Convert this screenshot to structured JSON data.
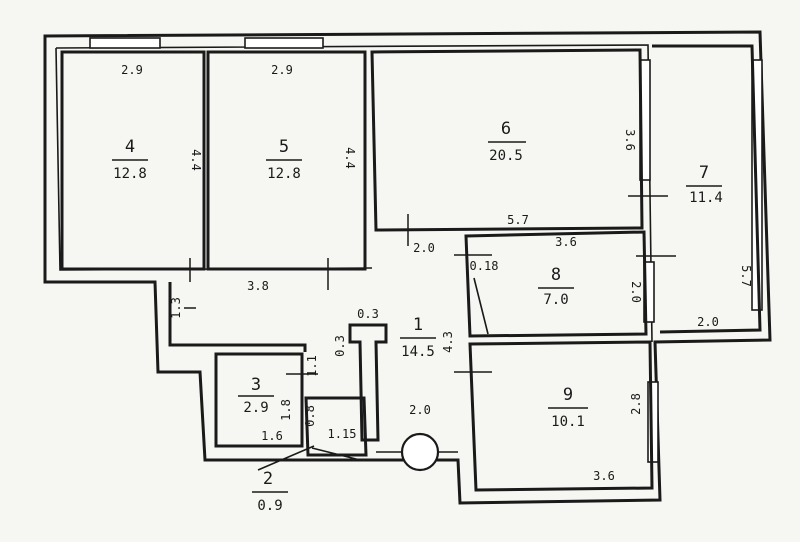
{
  "rooms": [
    {
      "id": "4",
      "number": "4",
      "area": "12.8"
    },
    {
      "id": "5",
      "number": "5",
      "area": "12.8"
    },
    {
      "id": "6",
      "number": "6",
      "area": "20.5"
    },
    {
      "id": "7",
      "number": "7",
      "area": "11.4"
    },
    {
      "id": "8",
      "number": "8",
      "area": "7.0"
    },
    {
      "id": "1",
      "number": "1",
      "area": "14.5"
    },
    {
      "id": "3",
      "number": "3",
      "area": "2.9"
    },
    {
      "id": "9",
      "number": "9",
      "area": "10.1"
    },
    {
      "id": "2",
      "number": "2",
      "area": "0.9"
    }
  ],
  "dimensions": {
    "r4_top": "2.9",
    "r4_side": "4.4",
    "r5_top": "2.9",
    "r5_side": "4.4",
    "r6_side": "3.6",
    "r6_bottom": "5.7",
    "r7_side": "5.7",
    "r7_bottom": "2.0",
    "r8_top": "3.6",
    "r8_side": "2.0",
    "r8_door": "0.18",
    "hall_top": "2.0",
    "hall_len": "3.8",
    "hall_w": "1.3",
    "hall_side": "4.3",
    "hall_door": "2.0",
    "niche_w": "0.3",
    "niche_h": "0.3",
    "r3_top": "1.1",
    "r3_side": "1.8",
    "r3_bottom": "1.6",
    "r2_w": "0.8",
    "r2_len": "1.15",
    "r9_side": "2.8",
    "r9_bottom": "3.6"
  }
}
